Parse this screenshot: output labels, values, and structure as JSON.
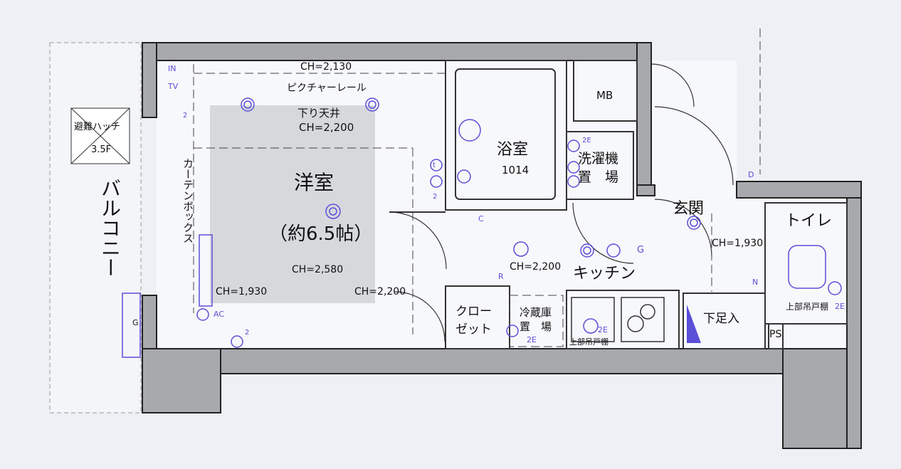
{
  "rooms": {
    "western_room": "洋室",
    "western_room_size": "（約6.5帖）",
    "bathroom": "浴室",
    "bathroom_size": "1014",
    "washer": "洗濯機",
    "washer_place": "置　場",
    "entrance": "玄関",
    "toilet": "トイレ",
    "kitchen": "キッチン",
    "closet_1": "クロー",
    "closet_2": "ゼット",
    "fridge": "冷蔵庫",
    "fridge_place": "置　場",
    "shoe_box": "下足入",
    "mb": "MB",
    "ps": "PS",
    "balcony": "バルコニー",
    "hatch": "避難ハッチ",
    "hatch_size": "3.5F"
  },
  "annotations": {
    "ch_2130": "CH=2,130",
    "picture_rail": "ピクチャーレール",
    "lowered_ceiling": "下り天井",
    "ch_2200_a": "CH=2,200",
    "curtain_box": "カーテンボックス",
    "ch_2580": "CH=2,580",
    "ch_1930_a": "CH=1,930",
    "ch_2200_b": "CH=2,200",
    "ch_2200_c": "CH=2,200",
    "ch_1930_b": "CH=1,930",
    "upper_cabinet_kitchen": "上部吊戸棚",
    "upper_cabinet_toilet": "上部吊戸棚",
    "ac": "AC",
    "outlet_2e_1": "2E",
    "outlet_2e_2": "2E",
    "outlet_2e_3": "2E",
    "outlet_2e_4": "2E",
    "two_a": "2",
    "two_b": "2",
    "two_c": "2"
  },
  "symbols": {
    "in": "IN",
    "tv": "TV",
    "t": "t",
    "c": "C",
    "r": "R",
    "g": "G",
    "g_balcony": "G",
    "d": "D",
    "n": "N"
  },
  "colors": {
    "wall": "#9a9ca0",
    "symbol": "#5a4fd8",
    "ceiling": "#d6d8dc",
    "floor": "#f2f3f7"
  }
}
